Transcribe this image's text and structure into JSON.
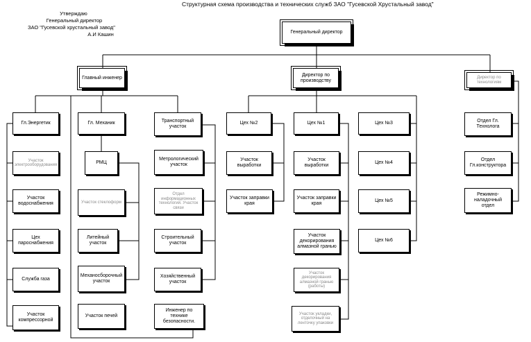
{
  "title": "Структурная схема производства и технических служб ЗАО \"Гусевской Хрустальный завод\"",
  "approval": {
    "line1": "Утверждаю",
    "line2": "Генеральный директор",
    "line3": "ЗАО \"Гусевской хрустальный завод\"",
    "line4": "А.И Кашин"
  },
  "nodes": {
    "gen_director": "Генеральный директор",
    "chief_engineer": "Главный инженер",
    "prod_director": "Директор по производству",
    "tech_director": "Директор по технологиям",
    "gl_energetik": "Гл.Энергетик",
    "uch_elektro": "Участок электрооборудования",
    "uch_vodo": "Участок водоснабжения",
    "tseh_par": "Цех пароснабжения",
    "sluzhba_gaza": "Служба газа",
    "uch_kompr": "Участок компрессорной",
    "gl_mehanik": "Гл. Механик",
    "rmts": "РМЦ",
    "uch_steklo": "Участок стеклоформ",
    "liteyny": "Литейный участок",
    "mehsbor": "Механосборочный участок",
    "uch_pechey": "Участок печей",
    "transport": "Транспортный участок",
    "metrolog": "Метрологический участок",
    "otdel_inf": "Отдел информационных технологий. Участок связи",
    "stroitel": "Строительный участок",
    "hozyaystv": "Хозяйственный участок",
    "ingener_tb": "Инженер по технике безопасности.",
    "tseh2": "Цех №2",
    "uch_vyrab2": "Участок выработки",
    "uch_zapr2": "Участок заправки края",
    "tseh1": "Цех №1",
    "uch_vyrab1": "Участок выработки",
    "uch_zapr1": "Участок заправки края",
    "uch_dekor_alm": "Участок декорирования алмазной гранью",
    "uch_dekor_mat": "Участок декорирования алмазной гранью (работы)",
    "uch_upak": "Участок укладки, отделочный на ленточку упаковки",
    "tseh3": "Цех №3",
    "tseh4": "Цех №4",
    "tseh5": "Цех №5",
    "tseh6": "Цех №6",
    "otdel_tehnolog": "Отдел Гл. Технолога",
    "otdel_konstr": "Отдел Гл.конструктора",
    "rezhim": "Режимно-наладочный отдел"
  }
}
